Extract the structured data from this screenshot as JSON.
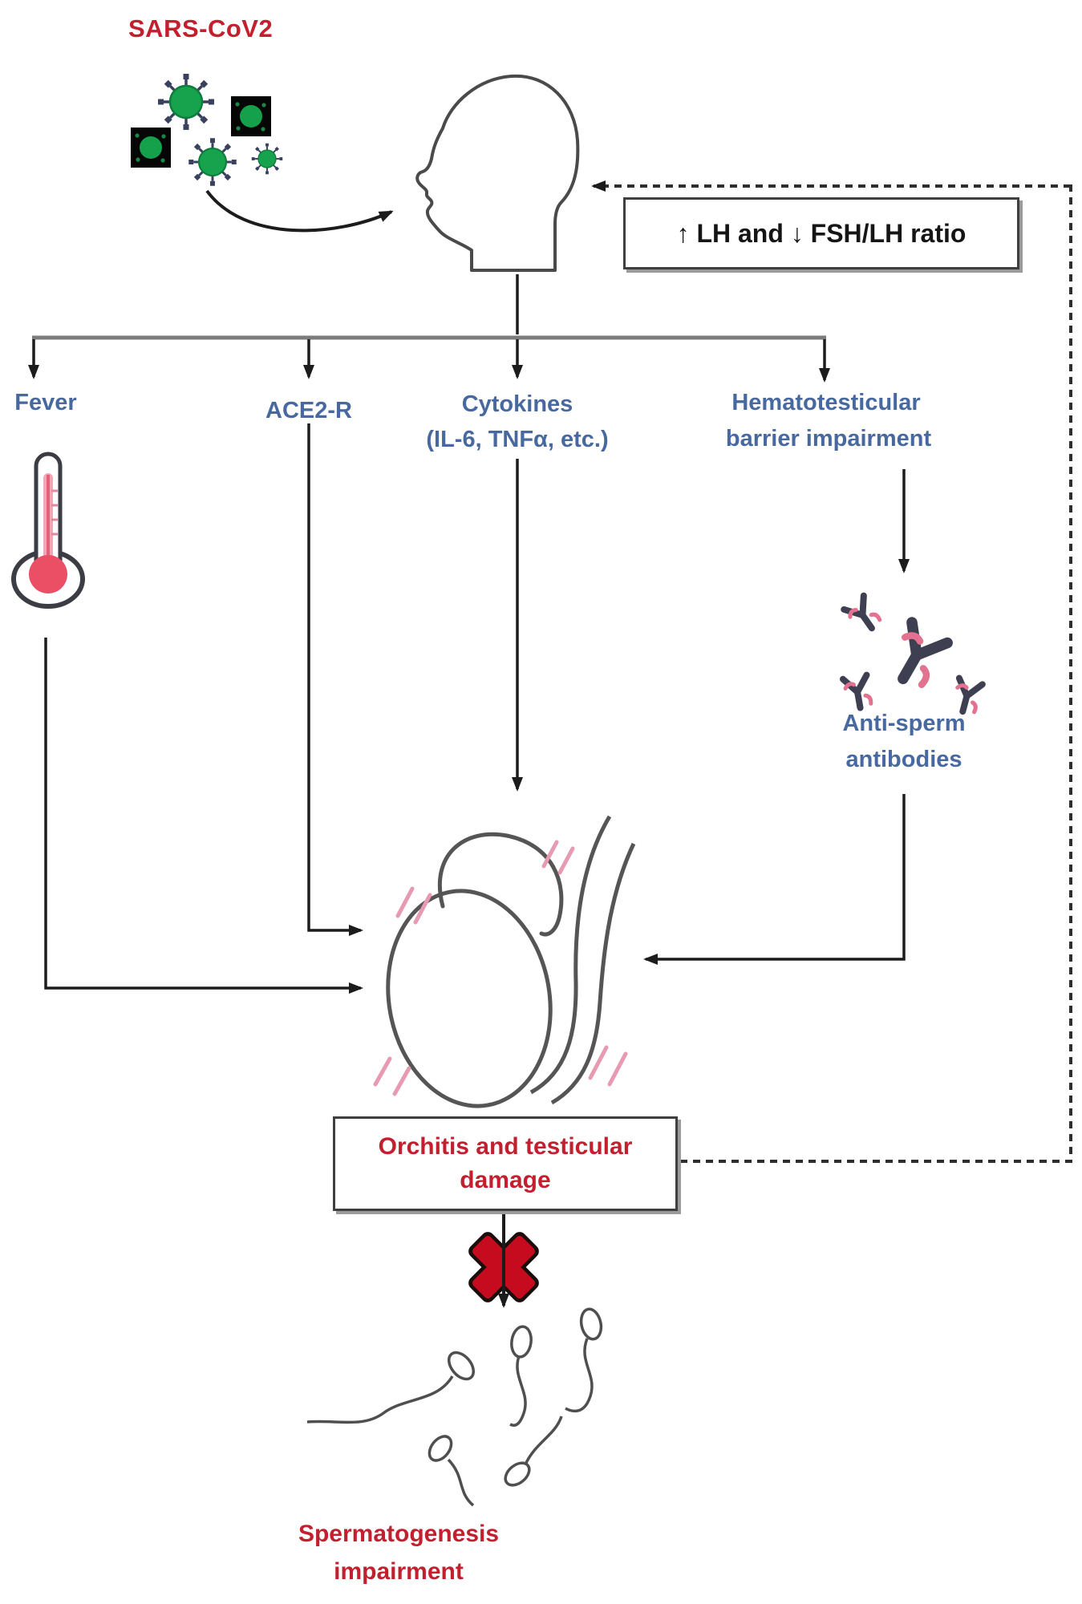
{
  "title": "SARS-CoV2",
  "feedback_label": "↑ LH and ↓ FSH/LH ratio",
  "branches": [
    {
      "label": "Fever"
    },
    {
      "label": "ACE2-R"
    },
    {
      "label": "Cytokines",
      "sub": "(IL-6, TNFα, etc.)"
    },
    {
      "label": "Hematotesticular",
      "sub": "barrier impairment"
    }
  ],
  "antibodies": {
    "line1": "Anti-sperm",
    "line2": "antibodies"
  },
  "damage_box": {
    "line1": "Orchitis and testicular",
    "line2": "damage"
  },
  "outcome": {
    "line1": "Spermatogenesis",
    "line2": "impairment"
  },
  "colors": {
    "red_label": "#c2202e",
    "blue_label": "#47699f",
    "virus_green": "#17a34e",
    "arrow_line": "#1c1c1c",
    "branch_gray": "#7c7c7c",
    "thermometer_red": "#ea4f66",
    "antibody_dark": "#3f3f52",
    "accent_pink": "#e79ab2",
    "cross_red": "#c70b1e"
  }
}
